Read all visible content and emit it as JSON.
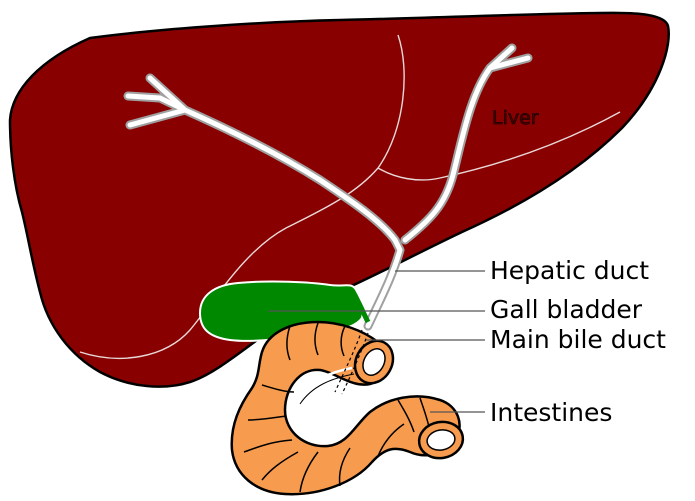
{
  "labels": {
    "liver": "Liver",
    "hepatic_duct": "Hepatic duct",
    "gall_bladder": "Gall bladder",
    "main_bile_duct": "Main bile duct",
    "intestines": "Intestines"
  },
  "colors": {
    "liver_fill": "#880000",
    "liver_label_fill": "#550000",
    "gall_bladder_fill": "#008800",
    "intestine_fill": "#F79B4E",
    "duct_fill": "#ffffff",
    "outline": "#000000",
    "leader_line": "#555555"
  }
}
